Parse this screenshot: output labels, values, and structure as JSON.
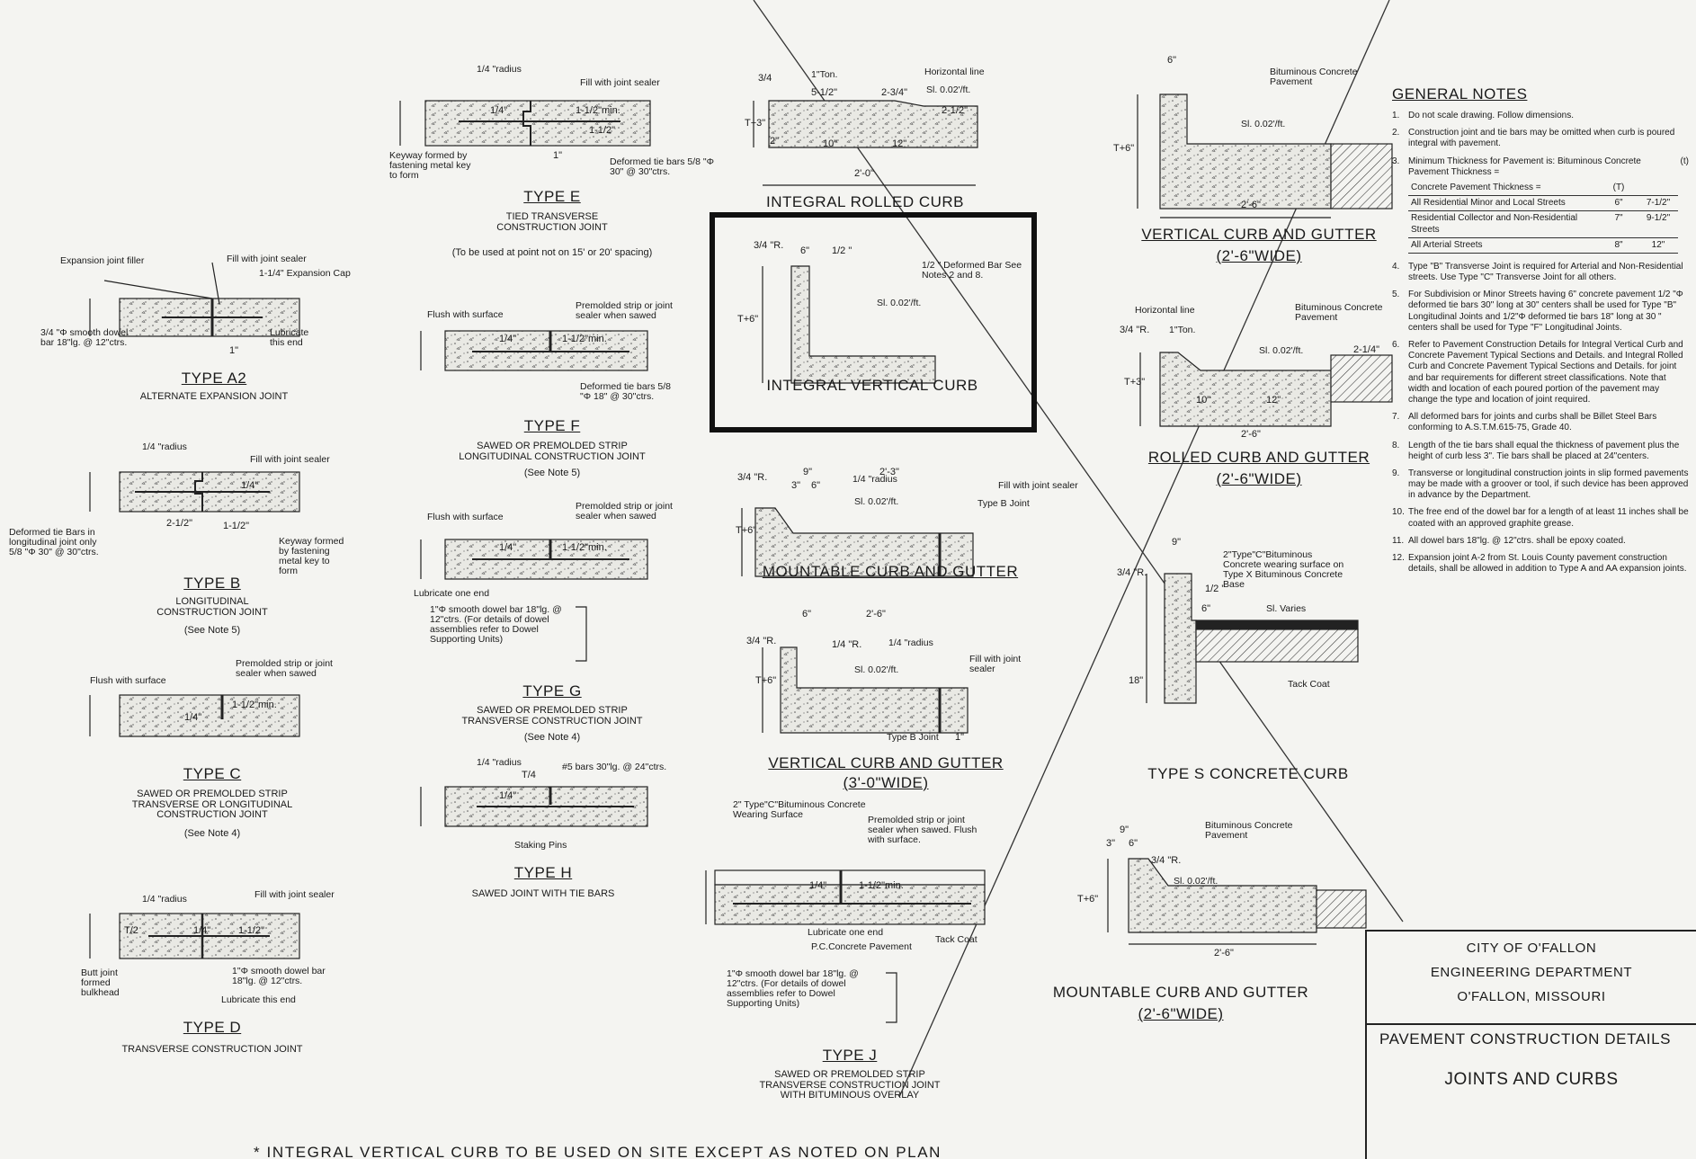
{
  "details": {
    "a2": {
      "title": "TYPE A2",
      "subtitle": "ALTERNATE EXPANSION JOINT",
      "callouts": [
        "Expansion joint filler",
        "Fill with joint sealer",
        "1-1/4\" Expansion Cap",
        "3/4 \"Φ smooth dowel bar 18\"lg. @ 12\"ctrs.",
        "Lubricate this end"
      ],
      "dims": [
        "1\""
      ]
    },
    "b": {
      "title": "TYPE B",
      "subtitle": "LONGITUDINAL CONSTRUCTION JOINT",
      "note": "(See Note 5)",
      "callouts": [
        "1/4 \"radius",
        "Fill with joint sealer",
        "Deformed tie Bars in longitudinal joint only 5/8 \"Φ 30\" @ 30\"ctrs.",
        "Keyway formed by fastening metal key to form"
      ],
      "dims": [
        "1/4\"",
        "2-1/2\"",
        "1-1/2\""
      ]
    },
    "c": {
      "title": "TYPE C",
      "subtitle": "SAWED OR PREMOLDED STRIP TRANSVERSE OR LONGITUDINAL CONSTRUCTION JOINT",
      "note": "(See Note 4)",
      "callouts": [
        "Flush with surface",
        "Premolded strip or joint sealer when sawed"
      ],
      "dims": [
        "1/4\"",
        "1-1/2\"min."
      ]
    },
    "d": {
      "title": "TYPE D",
      "subtitle": "TRANSVERSE CONSTRUCTION JOINT",
      "callouts": [
        "1/4 \"radius",
        "Fill with joint sealer",
        "Butt joint formed bulkhead",
        "1\"Φ smooth dowel bar 18\"lg. @ 12\"ctrs.",
        "Lubricate this end"
      ],
      "dims": [
        "1/4\"",
        "1-1/2\"",
        "T/2"
      ]
    },
    "e": {
      "title": "TYPE E",
      "subtitle": "TIED TRANSVERSE CONSTRUCTION JOINT",
      "note": "(To be used at point not on 15' or 20' spacing)",
      "callouts": [
        "1/4 \"radius",
        "Fill with joint sealer",
        "Keyway formed by fastening metal key to form",
        "Deformed tie bars 5/8 \"Φ 30\" @ 30\"ctrs."
      ],
      "dims": [
        "1/4\"",
        "1-1/2\"min.",
        "1-1/2\"",
        "1\""
      ]
    },
    "f": {
      "title": "TYPE F",
      "subtitle": "SAWED OR PREMOLDED STRIP LONGITUDINAL CONSTRUCTION JOINT",
      "note": "(See Note 5)",
      "callouts": [
        "Flush with surface",
        "Premolded strip or joint sealer when sawed",
        "Deformed tie bars 5/8 \"Φ 18\" @ 30\"ctrs."
      ],
      "dims": [
        "1/4\"",
        "1-1/2\"min."
      ]
    },
    "g": {
      "title": "TYPE G",
      "subtitle": "SAWED OR PREMOLDED STRIP TRANSVERSE CONSTRUCTION JOINT",
      "note": "(See Note 4)",
      "callouts": [
        "Flush with surface",
        "Premolded strip or joint sealer when sawed",
        "Lubricate one end",
        "1\"Φ smooth dowel bar 18\"lg. @ 12\"ctrs. (For details of dowel assemblies refer to Dowel Supporting Units)"
      ],
      "dims": [
        "1/4\"",
        "1-1/2\"min."
      ]
    },
    "h": {
      "title": "TYPE H",
      "subtitle": "SAWED JOINT WITH TIE BARS",
      "callouts": [
        "1/4 \"radius",
        "#5 bars 30\"lg. @ 24\"ctrs.",
        "Staking Pins"
      ],
      "dims": [
        "1/4\"",
        "T/4"
      ]
    },
    "j": {
      "title": "TYPE J",
      "subtitle": "SAWED OR PREMOLDED STRIP TRANSVERSE CONSTRUCTION JOINT WITH BITUMINOUS OVERLAY",
      "callouts": [
        "2\" Type\"C\"Bituminous Concrete Wearing Surface",
        "Premolded strip or joint sealer when sawed. Flush with surface.",
        "Lubricate one end",
        "P.C.Concrete Pavement",
        "Tack Coat",
        "1\"Φ smooth dowel bar 18\"lg. @ 12\"ctrs. (For details of dowel assemblies refer to Dowel Supporting Units)"
      ],
      "dims": [
        "1/4\"",
        "1-1/2\"min."
      ]
    },
    "integral_rolled": {
      "title": "INTEGRAL ROLLED CURB",
      "callouts": [
        "1\"Ton.",
        "Horizontal line",
        "Sl. 0.02'/ft."
      ],
      "dims": [
        "3/4",
        "5-1/2\"",
        "2-3/4\"",
        "2-1/2\"",
        "2'-0\"",
        "T+3\"",
        "2\"",
        "10\"",
        "12\""
      ]
    },
    "integral_vertical": {
      "title": "INTEGRAL VERTICAL CURB",
      "callouts": [
        "1/2 \" Deformed Bar See Notes 2 and 8.",
        "Sl. 0.02'/ft."
      ],
      "dims": [
        "6\"",
        "3/4 \"R.",
        "1/2 \"",
        "T+6\""
      ]
    },
    "mountable_cg": {
      "title": "MOUNTABLE CURB AND GUTTER",
      "callouts": [
        "1/4 \"radius",
        "Sl. 0.02'/ft.",
        "Fill with joint sealer",
        "Type B Joint"
      ],
      "dims": [
        "9\"",
        "3\"",
        "6\"",
        "2'-3\"",
        "3/4 \"R.",
        "T+6\""
      ]
    },
    "vertical_cg_3": {
      "title": "VERTICAL CURB AND GUTTER",
      "subtitle": "(3'-0\"WIDE)",
      "callouts": [
        "1/4 \"radius",
        "Sl. 0.02'/ft.",
        "Fill with joint sealer",
        "Type B Joint"
      ],
      "dims": [
        "6\"",
        "2'-6\"",
        "1/4 \"R.",
        "3/4 \"R.",
        "T+6\"",
        "1\""
      ]
    },
    "vertical_cg_2": {
      "title": "VERTICAL CURB AND GUTTER",
      "subtitle": "(2'-6\"WIDE)",
      "callouts": [
        "Bituminous Concrete Pavement",
        "Sl. 0.02'/ft."
      ],
      "dims": [
        "6\"",
        "T+6\"",
        "2'-6\""
      ]
    },
    "rolled_cg": {
      "title": "ROLLED CURB AND GUTTER",
      "subtitle": "(2'-6\"WIDE)",
      "callouts": [
        "Horizontal line",
        "1\"Ton.",
        "Bituminous Concrete Pavement",
        "Sl. 0.02'/ft."
      ],
      "dims": [
        "3/4 \"R.",
        "2-1/4\"",
        "2'-6\"",
        "10\"",
        "12\"",
        "T+3\""
      ]
    },
    "type_s": {
      "title": "TYPE S CONCRETE CURB",
      "callouts": [
        "2\"Type\"C\"Bituminous Concrete wearing surface on Type X Bituminous Concrete Base",
        "Sl. Varies",
        "Tack Coat"
      ],
      "dims": [
        "9\"",
        "3/4 \"R.",
        "1/2 \"",
        "6\"",
        "18\""
      ]
    },
    "mountable_cg_2": {
      "title": "MOUNTABLE CURB AND GUTTER",
      "subtitle": "(2'-6\"WIDE)",
      "callouts": [
        "Bituminous Concrete Pavement",
        "Sl. 0.02'/ft."
      ],
      "dims": [
        "9\"",
        "3\"",
        "6\"",
        "3/4 \"R.",
        "T+6\"",
        "2'-6\""
      ]
    }
  },
  "general_notes": {
    "title": "GENERAL NOTES",
    "items": [
      {
        "num": "1.",
        "text": "Do not scale drawing. Follow dimensions."
      },
      {
        "num": "2.",
        "text": "Construction joint and tie bars may be omitted when curb is poured integral with pavement."
      },
      {
        "num": "3.",
        "text": "Minimum Thickness for Pavement is: Bituminous Concrete Pavement Thickness =",
        "value": "(t)"
      },
      {
        "num": "4.",
        "text": "Type \"B\" Transverse Joint is required for Arterial and Non-Residential streets. Use Type \"C\" Transverse Joint for all others."
      },
      {
        "num": "5.",
        "text": "For Subdivision or Minor Streets having 6\" concrete pavement 1/2 \"Φ deformed tie bars 30\" long at 30\" centers shall be used for Type \"B\" Longitudinal Joints and 1/2\"Φ deformed tie bars 18\" long at 30 \" centers shall be used for Type \"F\" Longitudinal Joints."
      },
      {
        "num": "6.",
        "text": "Refer to Pavement Construction Details for Integral Vertical Curb and Concrete Pavement Typical Sections and Details. and Integral Rolled Curb and Concrete Pavement Typical Sections and Details. for joint and bar requirements for different street classifications. Note that width and location of each poured portion of the pavement may change the type and location of joint required."
      },
      {
        "num": "7.",
        "text": "All deformed bars for joints and curbs shall be Billet Steel Bars conforming to A.S.T.M.615-75, Grade 40."
      },
      {
        "num": "8.",
        "text": "Length of the tie bars shall equal the thickness of pavement plus the height of curb less 3\". Tie bars shall be placed at 24\"centers."
      },
      {
        "num": "9.",
        "text": "Transverse or longitudinal construction joints in slip formed pavements may be made with a groover or tool, if such device has been approved in advance by the Department."
      },
      {
        "num": "10.",
        "text": "The free end of the dowel bar for a length of at least 11 inches shall be coated with an approved graphite grease."
      },
      {
        "num": "11.",
        "text": "All dowel bars 18\"lg. @ 12\"ctrs. shall be epoxy coated."
      },
      {
        "num": "12.",
        "text": "Expansion joint A-2 from St. Louis County pavement construction details, shall be allowed in addition to Type A and AA expansion joints."
      }
    ],
    "thickness_table": {
      "header": {
        "label": "Concrete Pavement Thickness =",
        "value": "(T)"
      },
      "rows": [
        {
          "label": "All Residential Minor and Local Streets",
          "t_upper": "6\"",
          "t_lower": "7-1/2\""
        },
        {
          "label": "Residential Collector and Non-Residential Streets",
          "t_upper": "7\"",
          "t_lower": "9-1/2\""
        },
        {
          "label": "All Arterial Streets",
          "t_upper": "8\"",
          "t_lower": "12\""
        }
      ]
    }
  },
  "title_block": {
    "line1": "CITY OF O'FALLON",
    "line2": "ENGINEERING DEPARTMENT",
    "line3": "O'FALLON, MISSOURI",
    "sheet_title": "PAVEMENT CONSTRUCTION DETAILS",
    "sheet_subtitle": "JOINTS AND CURBS"
  },
  "footer_note": "* INTEGRAL VERTICAL CURB TO BE USED ON SITE EXCEPT AS NOTED ON PLAN"
}
